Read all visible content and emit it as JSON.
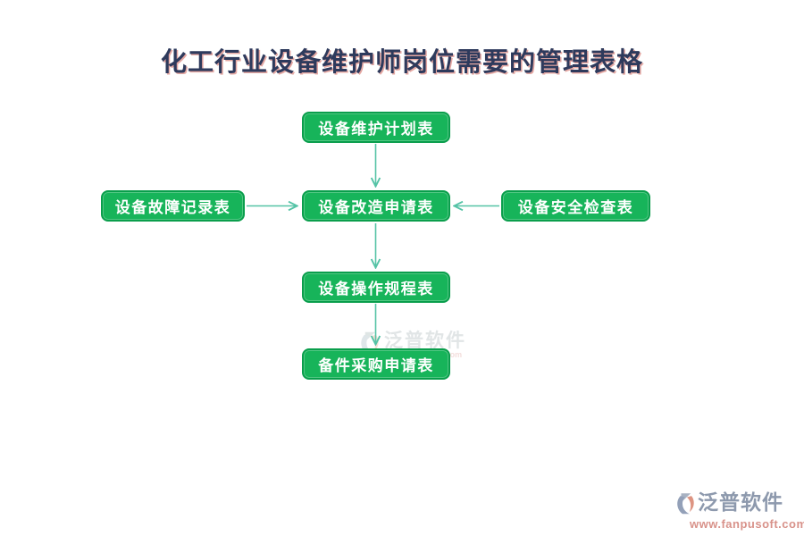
{
  "theme": {
    "background": "#ffffff",
    "title_color": "#2e3a5c",
    "box_fill": "#17b45a",
    "box_border": "#0a9e4c",
    "box_text_color": "#ffffff",
    "arrow_color": "#55c3a6",
    "watermark_brand_color": "#8d99ad",
    "watermark_url_color": "#d8928a",
    "watermark_center_color": "#c9d1d3"
  },
  "title": "化工行业设备维护师岗位需要的管理表格",
  "flowchart": {
    "nodes": [
      {
        "id": "maintenance-plan-form",
        "label": "设备维护计划表"
      },
      {
        "id": "fault-record-form",
        "label": "设备故障记录表"
      },
      {
        "id": "modification-request-form",
        "label": "设备改造申请表"
      },
      {
        "id": "safety-inspection-form",
        "label": "设备安全检查表"
      },
      {
        "id": "operating-procedure-form",
        "label": "设备操作规程表"
      },
      {
        "id": "spare-parts-purchase-form",
        "label": "备件采购申请表"
      }
    ],
    "edges": [
      {
        "from": "设备维护计划表",
        "to": "设备改造申请表",
        "direction": "down"
      },
      {
        "from": "设备故障记录表",
        "to": "设备改造申请表",
        "direction": "right"
      },
      {
        "from": "设备安全检查表",
        "to": "设备改造申请表",
        "direction": "left"
      },
      {
        "from": "设备改造申请表",
        "to": "设备操作规程表",
        "direction": "down"
      },
      {
        "from": "设备操作规程表",
        "to": "备件采购申请表",
        "direction": "down"
      }
    ]
  },
  "watermark_center": {
    "brand": "泛普软件",
    "url": "www.fanpusoft.com"
  },
  "watermark_footer": {
    "brand": "泛普软件",
    "url": "www.fanpusoft.com"
  }
}
